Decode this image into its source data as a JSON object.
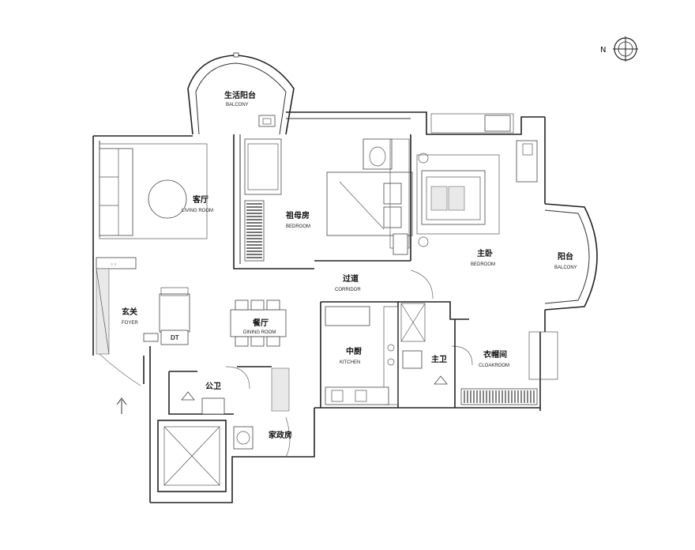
{
  "compass": {
    "north_label": "N"
  },
  "rooms": {
    "service_balcony": {
      "zh": "生活阳台",
      "en": "BALCONY"
    },
    "living_room": {
      "zh": "客厅",
      "en": "LIVING ROOM"
    },
    "grandma_room": {
      "zh": "祖母房",
      "en": "BEDROOM"
    },
    "master_bedroom": {
      "zh": "主卧",
      "en": "BEDROOM"
    },
    "balcony": {
      "zh": "阳台",
      "en": "BALCONY"
    },
    "corridor": {
      "zh": "过道",
      "en": "CORRIDOR"
    },
    "foyer": {
      "zh": "玄关",
      "en": "FOYER"
    },
    "dining_room": {
      "zh": "餐厅",
      "en": "DINING ROOM"
    },
    "kitchen": {
      "zh": "中厨",
      "en": "KITCHEN"
    },
    "master_bath": {
      "zh": "主卫",
      "en": ""
    },
    "cloakroom": {
      "zh": "衣帽间",
      "en": "CLOAKROOM"
    },
    "public_bath": {
      "zh": "公卫",
      "en": ""
    },
    "utility_room": {
      "zh": "家政房",
      "en": ""
    }
  },
  "fixtures": {
    "dt_label": "DT"
  }
}
